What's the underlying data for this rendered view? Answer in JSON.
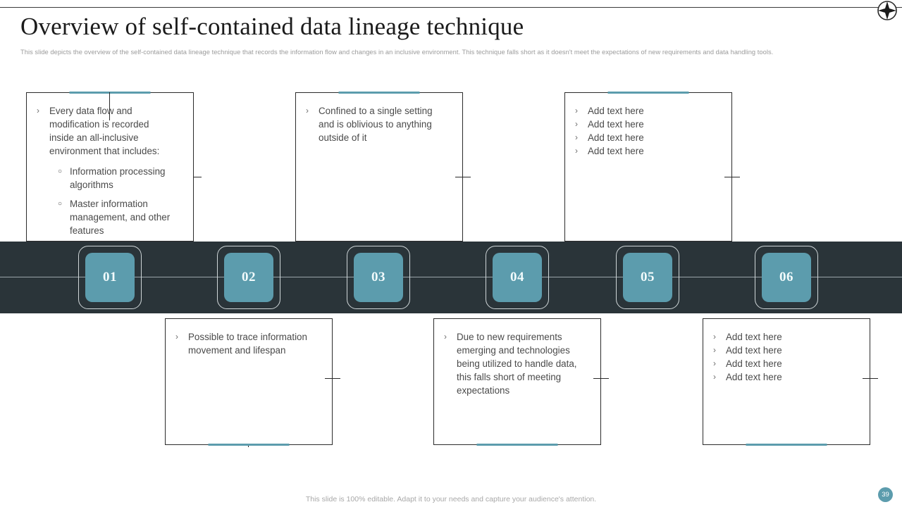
{
  "header": {
    "title": "Overview of self-contained data lineage technique",
    "subtitle": "This slide depicts the overview of the self-contained data lineage technique that records the information flow and changes in an inclusive environment. This technique falls short as it doesn't meet the expectations of new requirements and data handling tools.",
    "logo_icon": "compass-star-icon"
  },
  "colors": {
    "accent_teal": "#5c9cad",
    "band_dark": "#2a3439",
    "box_border": "#2b2b2b",
    "body_text": "#4a4a4a",
    "muted_text": "#9b9b9b"
  },
  "timeline": {
    "nodes": [
      {
        "number": "01",
        "position": "top"
      },
      {
        "number": "02",
        "position": "bottom"
      },
      {
        "number": "03",
        "position": "top"
      },
      {
        "number": "04",
        "position": "bottom"
      },
      {
        "number": "05",
        "position": "top"
      },
      {
        "number": "06",
        "position": "bottom"
      }
    ]
  },
  "boxes": {
    "top": [
      {
        "id": "box-01",
        "bullets": [
          "Every data flow and modification is recorded inside an all-inclusive environment that includes:"
        ],
        "subbullets": [
          "Information processing algorithms",
          "Master information management, and other features"
        ]
      },
      {
        "id": "box-03",
        "bullets": [
          "Confined to a single setting and is oblivious to anything outside of it"
        ],
        "subbullets": []
      },
      {
        "id": "box-05",
        "bullets": [
          "Add text here",
          "Add text here",
          "Add text here",
          "Add text here"
        ],
        "subbullets": []
      }
    ],
    "bottom": [
      {
        "id": "box-02",
        "bullets": [
          "Possible to trace information movement and lifespan"
        ],
        "subbullets": []
      },
      {
        "id": "box-04",
        "bullets": [
          "Due to new requirements emerging and technologies being utilized to handle data, this falls short of meeting expectations"
        ],
        "subbullets": []
      },
      {
        "id": "box-06",
        "bullets": [
          "Add text here",
          "Add text here",
          "Add text here",
          "Add text here"
        ],
        "subbullets": []
      }
    ]
  },
  "bullet_marks": {
    "primary": "›",
    "secondary": "○"
  },
  "footer": {
    "note": "This slide is 100% editable. Adapt it to your needs and capture your audience's attention.",
    "page_number": "39"
  }
}
